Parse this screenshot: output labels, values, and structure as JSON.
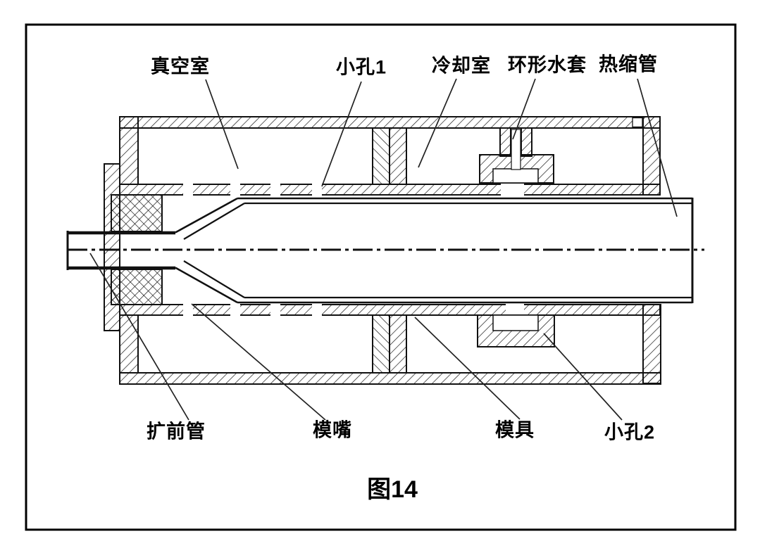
{
  "figure": {
    "caption": "图14"
  },
  "labels": {
    "vacuum_chamber": "真空室",
    "small_hole_1": "小孔1",
    "cooling_chamber": "冷却室",
    "annular_water_jacket": "环形水套",
    "heat_shrink_tube": "热缩管",
    "pre_expansion_tube": "扩前管",
    "die_nozzle": "模嘴",
    "die": "模具",
    "small_hole_2": "小孔2"
  },
  "colors": {
    "line": "#111111",
    "background": "#ffffff"
  }
}
